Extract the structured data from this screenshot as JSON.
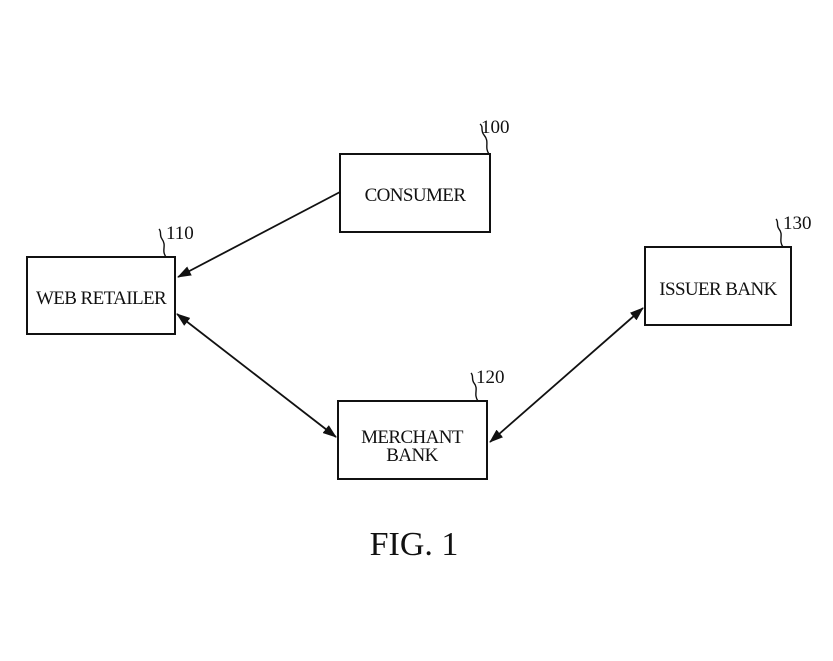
{
  "figure": {
    "caption": "FIG. 1",
    "nodes": {
      "consumer": {
        "label": "CONSUMER",
        "ref": "100"
      },
      "web_retailer": {
        "label": "WEB RETAILER",
        "ref": "110"
      },
      "merchant_bank": {
        "label_line1": "MERCHANT",
        "label_line2": "BANK",
        "ref": "120"
      },
      "issuer_bank": {
        "label": "ISSUER BANK",
        "ref": "130"
      }
    },
    "connections": [
      {
        "from": "CONSUMER",
        "to": "WEB RETAILER",
        "direction": "one-way"
      },
      {
        "from": "WEB RETAILER",
        "to": "MERCHANT BANK",
        "direction": "two-way"
      },
      {
        "from": "MERCHANT BANK",
        "to": "ISSUER BANK",
        "direction": "two-way"
      }
    ]
  }
}
